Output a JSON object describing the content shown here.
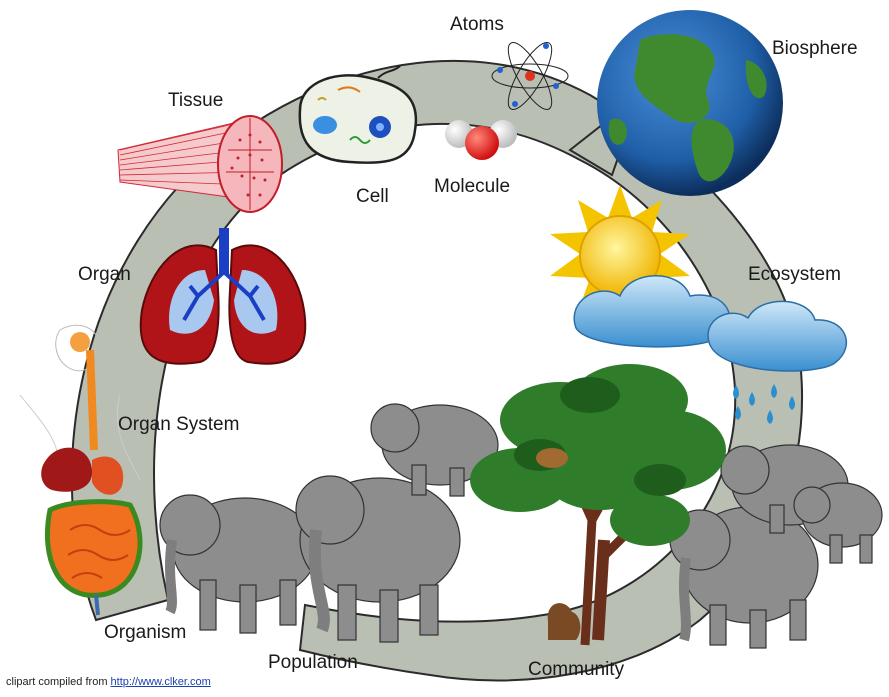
{
  "labels": {
    "atoms": "Atoms",
    "molecule": "Molecule",
    "cell": "Cell",
    "tissue": "Tissue",
    "organ": "Organ",
    "organ_system": "Organ System",
    "organism": "Organism",
    "population": "Population",
    "community": "Community",
    "ecosystem": "Ecosystem",
    "biosphere": "Biosphere"
  },
  "credit": {
    "prefix": "clipart compiled from",
    "link_text": "http://www.clker.com"
  },
  "colors": {
    "spiral_fill": "#b9bfb3",
    "spiral_stroke": "#2b2b2b",
    "ocean": "#1f5fa8",
    "land": "#3f8a2e",
    "sun": "#f5c400",
    "cloud": "#4a9fd8",
    "lung": "#b01418",
    "vessel": "#1b3fc4",
    "elephant": "#8d8d8d",
    "tree_leaf": "#2f7d2a"
  }
}
